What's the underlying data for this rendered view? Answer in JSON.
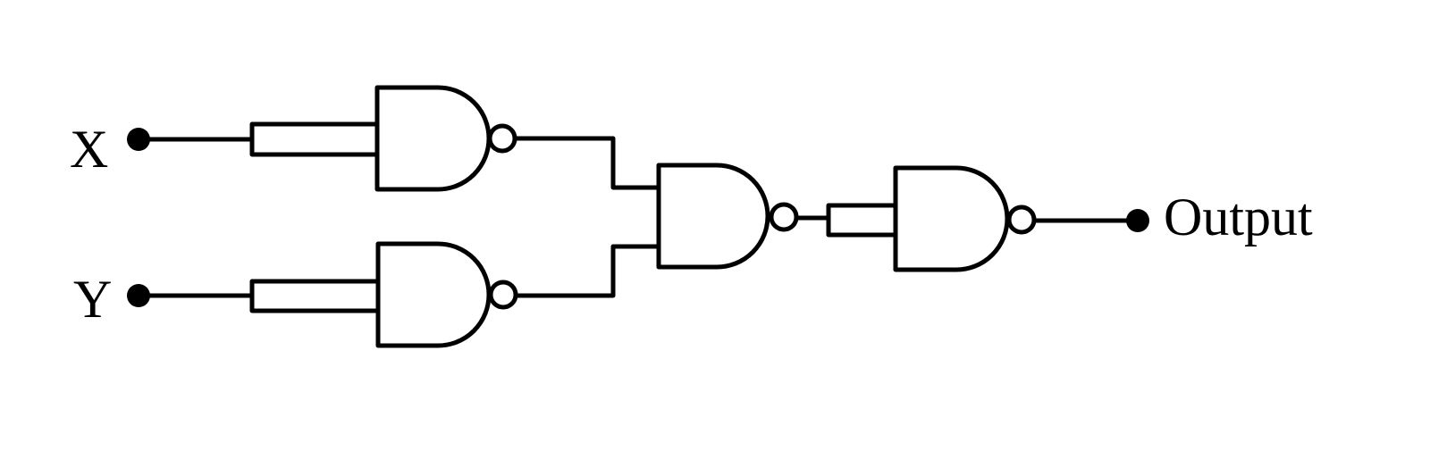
{
  "diagram": {
    "type": "logic-circuit",
    "gate_type": "NAND",
    "gate_count": 4,
    "inputs": [
      {
        "label": "X"
      },
      {
        "label": "Y"
      }
    ],
    "output": {
      "label": "Output"
    },
    "colors": {
      "line": "#000000",
      "background": "#ffffff"
    }
  }
}
